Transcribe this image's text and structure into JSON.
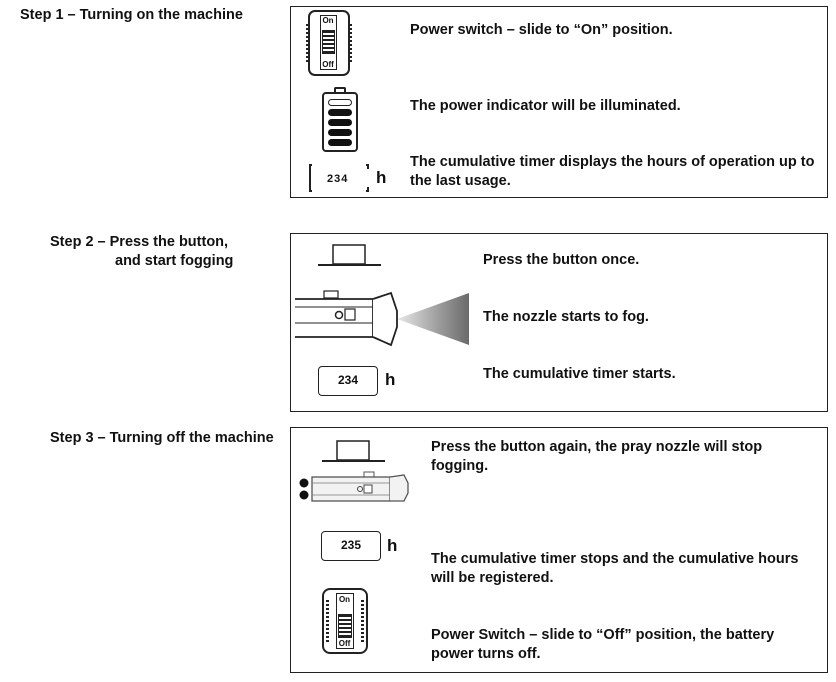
{
  "step1": {
    "label": "Step 1 – Turning on the machine",
    "switch_on_label": "On",
    "switch_off_label": "Off",
    "timer_value": "234",
    "timer_unit": "h",
    "instructions": [
      "Power switch – slide to “On” position.",
      "The power indicator will be illuminated.",
      "The cumulative timer displays the hours of operation up to the last usage."
    ]
  },
  "step2": {
    "label_line1": "Step 2 – Press the button,",
    "label_line2": "and start fogging",
    "timer_value": "234",
    "timer_unit": "h",
    "instructions": [
      "Press the button once.",
      "The nozzle starts to fog.",
      "The cumulative timer starts."
    ]
  },
  "step3": {
    "label": "Step 3 – Turning off the machine",
    "timer_value": "235",
    "timer_unit": "h",
    "switch_on_label": "On",
    "switch_off_label": "Off",
    "instructions": [
      "Press the button again, the pray nozzle will stop fogging.",
      "The cumulative timer stops and the cumulative hours will be registered.",
      "Power Switch – slide to “Off” position, the battery power turns off."
    ]
  }
}
